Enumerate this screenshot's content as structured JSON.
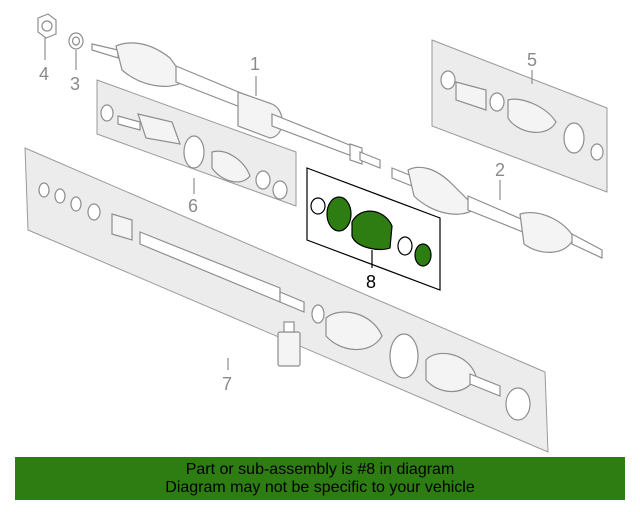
{
  "callouts": {
    "c1": "1",
    "c2": "2",
    "c3": "3",
    "c4": "4",
    "c5": "5",
    "c6": "6",
    "c7": "7",
    "c8": "8"
  },
  "banner": {
    "line1": "Part or sub-assembly is #8 in diagram",
    "line2": "Diagram may not be specific to your vehicle"
  },
  "colors": {
    "highlight": "#2e7d12",
    "banner_bg": "#2e7d12",
    "line_gray": "#8e8e8e",
    "panel_gray": "#ececec"
  }
}
